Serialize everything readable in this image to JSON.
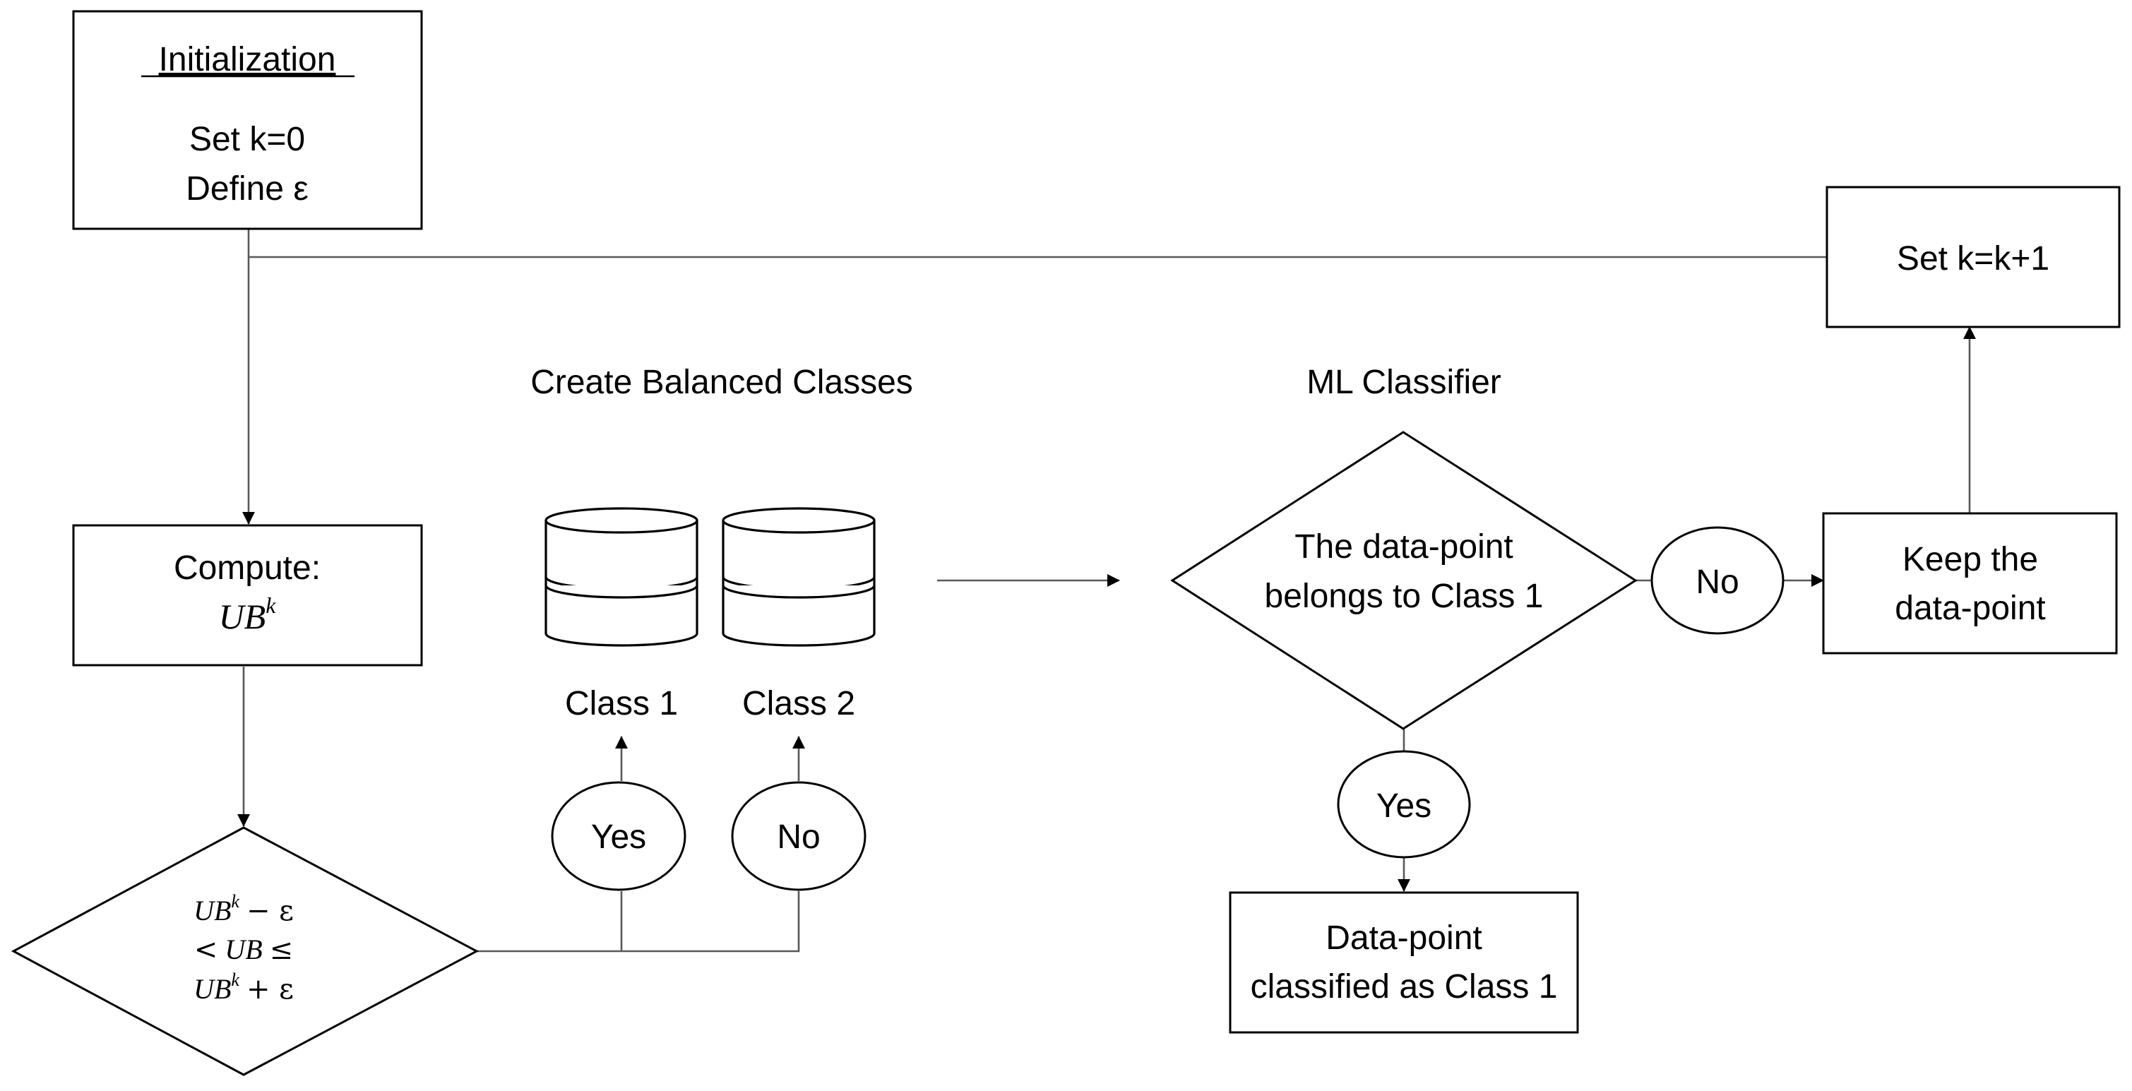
{
  "init": {
    "title": "Initialization",
    "line1": "Set k=0",
    "line2": "Define ε"
  },
  "increment": {
    "label": "Set k=k+1"
  },
  "compute": {
    "label": "Compute:",
    "var": "UB",
    "sup": "k"
  },
  "condition": {
    "line1": {
      "var": "UB",
      "sup": "k",
      "op": "− ε"
    },
    "line2": {
      "op": "<",
      "var": "UB",
      "op2": "≤"
    },
    "line3": {
      "var": "UB",
      "sup": "k",
      "op": "+ ε"
    }
  },
  "balanced": {
    "title": "Create Balanced Classes",
    "class1": "Class 1",
    "class2": "Class 2"
  },
  "branch_left": {
    "yes": "Yes",
    "no": "No"
  },
  "classifier": {
    "title": "ML Classifier",
    "line1": "The data-point",
    "line2": "belongs to Class 1"
  },
  "branch_right": {
    "no": "No",
    "yes": "Yes"
  },
  "keep": {
    "line1": "Keep the",
    "line2": "data-point"
  },
  "classified": {
    "line1": "Data-point",
    "line2": "classified as Class 1"
  }
}
